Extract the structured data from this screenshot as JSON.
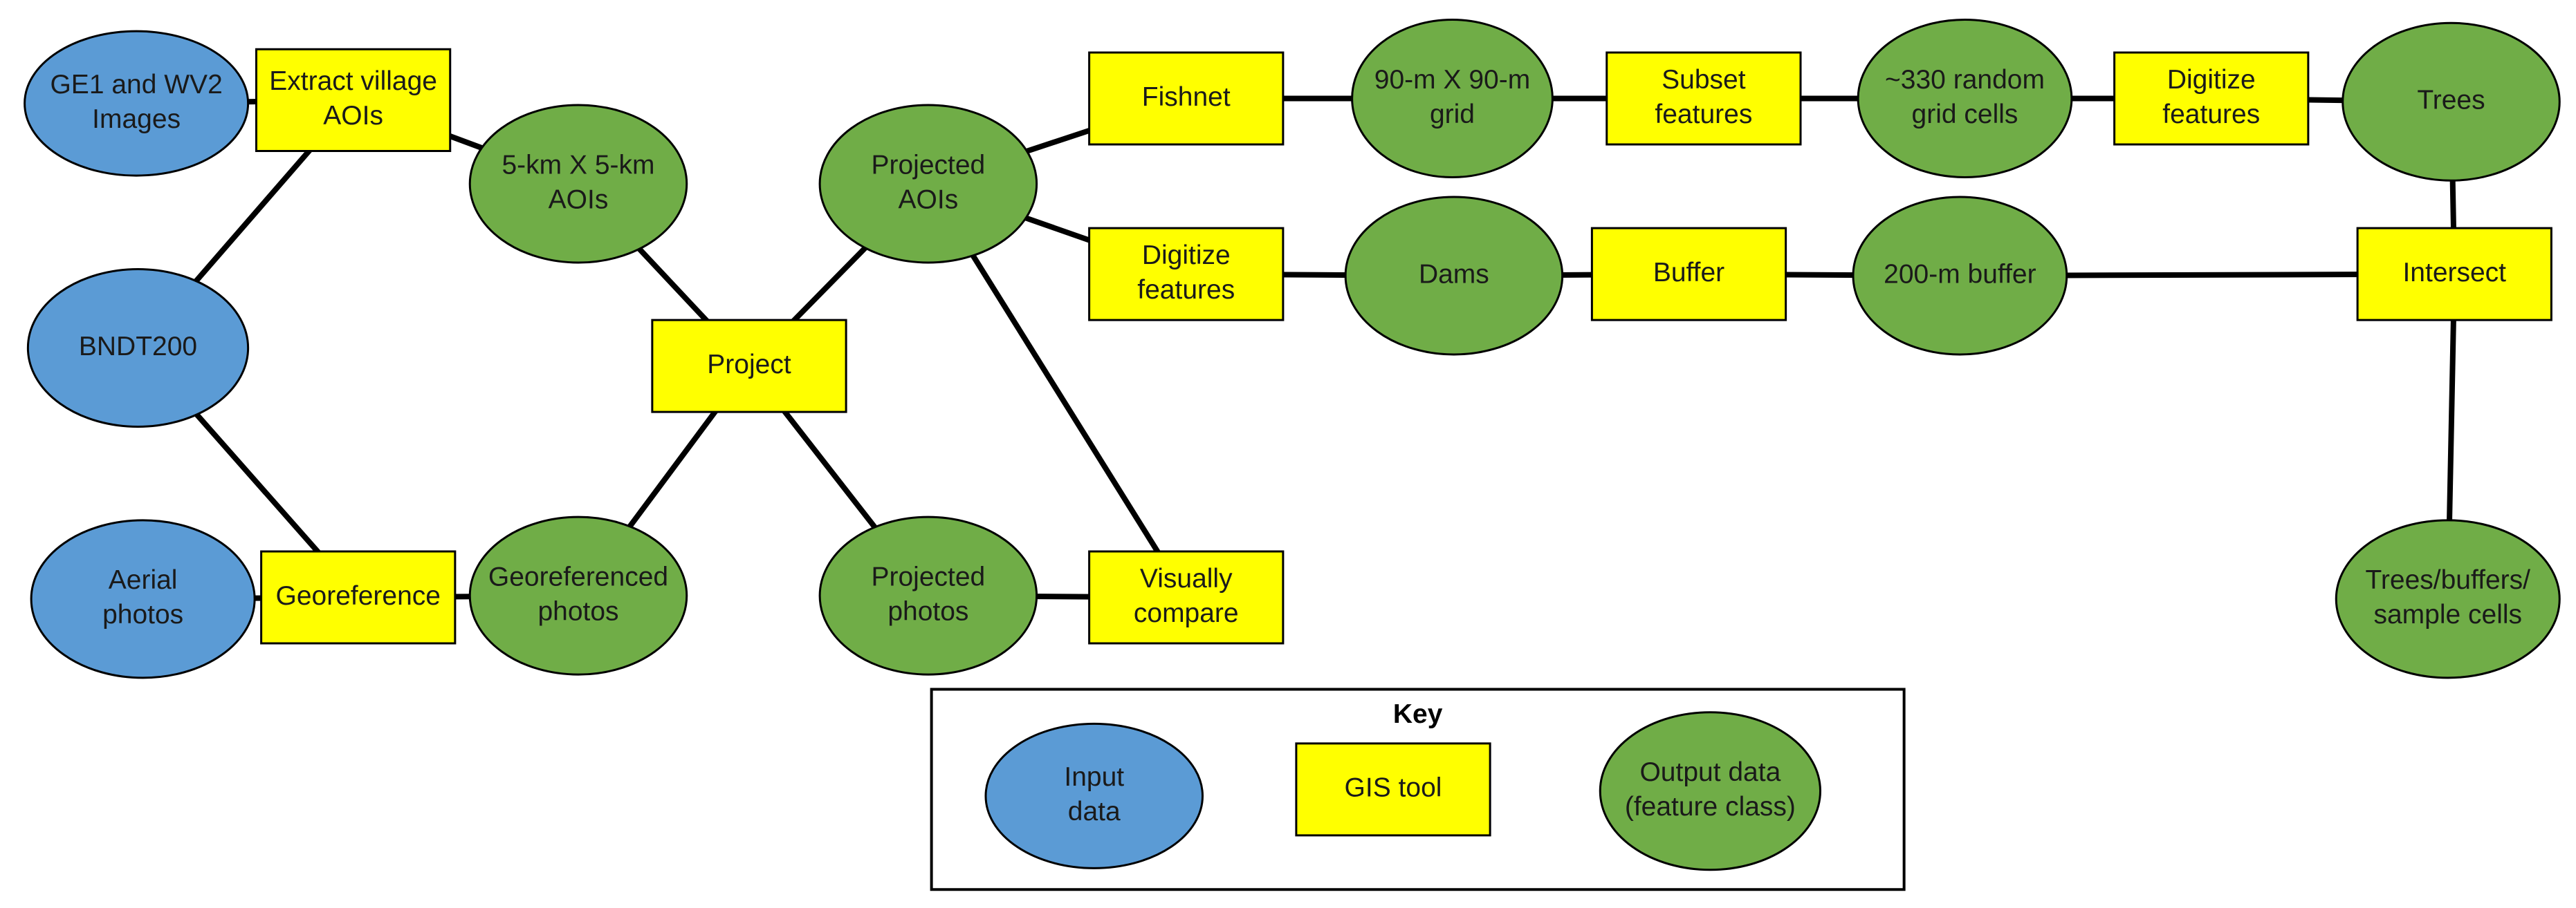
{
  "colors": {
    "input": "#5b9bd5",
    "tool": "#ffff00",
    "output": "#70ad47"
  },
  "nodes": [
    {
      "id": "ge1-wv2",
      "kind": "input",
      "lines": [
        "GE1 and WV2",
        "Images"
      ]
    },
    {
      "id": "extract-village",
      "kind": "tool",
      "lines": [
        "Extract village",
        "AOIs"
      ]
    },
    {
      "id": "aoi-5km",
      "kind": "output",
      "lines": [
        "5-km X 5-km",
        "AOIs"
      ]
    },
    {
      "id": "bndt200",
      "kind": "input",
      "lines": [
        "BNDT200"
      ]
    },
    {
      "id": "aerial-photos",
      "kind": "input",
      "lines": [
        "Aerial",
        "photos"
      ]
    },
    {
      "id": "georeference",
      "kind": "tool",
      "lines": [
        "Georeference"
      ]
    },
    {
      "id": "georef-photos",
      "kind": "output",
      "lines": [
        "Georeferenced",
        "photos"
      ]
    },
    {
      "id": "project",
      "kind": "tool",
      "lines": [
        "Project"
      ]
    },
    {
      "id": "projected-aois",
      "kind": "output",
      "lines": [
        "Projected",
        "AOIs"
      ]
    },
    {
      "id": "projected-photos",
      "kind": "output",
      "lines": [
        "Projected",
        "photos"
      ]
    },
    {
      "id": "visually-compare",
      "kind": "tool",
      "lines": [
        "Visually",
        "compare"
      ]
    },
    {
      "id": "fishnet",
      "kind": "tool",
      "lines": [
        "Fishnet"
      ]
    },
    {
      "id": "grid-90m",
      "kind": "output",
      "lines": [
        "90-m X 90-m",
        "grid"
      ]
    },
    {
      "id": "subset-features",
      "kind": "tool",
      "lines": [
        "Subset",
        "features"
      ]
    },
    {
      "id": "random-cells",
      "kind": "output",
      "lines": [
        "~330 random",
        "grid cells"
      ]
    },
    {
      "id": "digitize-top",
      "kind": "tool",
      "lines": [
        "Digitize",
        "features"
      ]
    },
    {
      "id": "trees",
      "kind": "output",
      "lines": [
        "Trees"
      ]
    },
    {
      "id": "digitize-mid",
      "kind": "tool",
      "lines": [
        "Digitize",
        "features"
      ]
    },
    {
      "id": "dams",
      "kind": "output",
      "lines": [
        "Dams"
      ]
    },
    {
      "id": "buffer",
      "kind": "tool",
      "lines": [
        "Buffer"
      ]
    },
    {
      "id": "buffer-200m",
      "kind": "output",
      "lines": [
        "200-m buffer"
      ]
    },
    {
      "id": "intersect",
      "kind": "tool",
      "lines": [
        "Intersect"
      ]
    },
    {
      "id": "trees-buffers",
      "kind": "output",
      "lines": [
        "Trees/buffers/",
        "sample cells"
      ]
    }
  ],
  "edges": [
    [
      "ge1-wv2",
      "extract-village"
    ],
    [
      "extract-village",
      "bndt200"
    ],
    [
      "extract-village",
      "aoi-5km"
    ],
    [
      "bndt200",
      "georeference"
    ],
    [
      "aerial-photos",
      "georeference"
    ],
    [
      "georeference",
      "georef-photos"
    ],
    [
      "aoi-5km",
      "project"
    ],
    [
      "georef-photos",
      "project"
    ],
    [
      "project",
      "projected-aois"
    ],
    [
      "project",
      "projected-photos"
    ],
    [
      "projected-aois",
      "visually-compare"
    ],
    [
      "projected-photos",
      "visually-compare"
    ],
    [
      "projected-aois",
      "fishnet"
    ],
    [
      "projected-aois",
      "digitize-mid"
    ],
    [
      "fishnet",
      "grid-90m"
    ],
    [
      "grid-90m",
      "subset-features"
    ],
    [
      "subset-features",
      "random-cells"
    ],
    [
      "random-cells",
      "digitize-top"
    ],
    [
      "digitize-top",
      "trees"
    ],
    [
      "digitize-mid",
      "dams"
    ],
    [
      "dams",
      "buffer"
    ],
    [
      "buffer",
      "buffer-200m"
    ],
    [
      "buffer-200m",
      "intersect"
    ],
    [
      "trees",
      "intersect"
    ],
    [
      "intersect",
      "trees-buffers"
    ]
  ],
  "key": {
    "title": "Key",
    "items": [
      {
        "id": "key-input",
        "kind": "input",
        "lines": [
          "Input",
          "data"
        ]
      },
      {
        "id": "key-tool",
        "kind": "tool",
        "lines": [
          "GIS tool"
        ]
      },
      {
        "id": "key-output",
        "kind": "output",
        "lines": [
          "Output data",
          "(feature class)"
        ]
      }
    ]
  }
}
